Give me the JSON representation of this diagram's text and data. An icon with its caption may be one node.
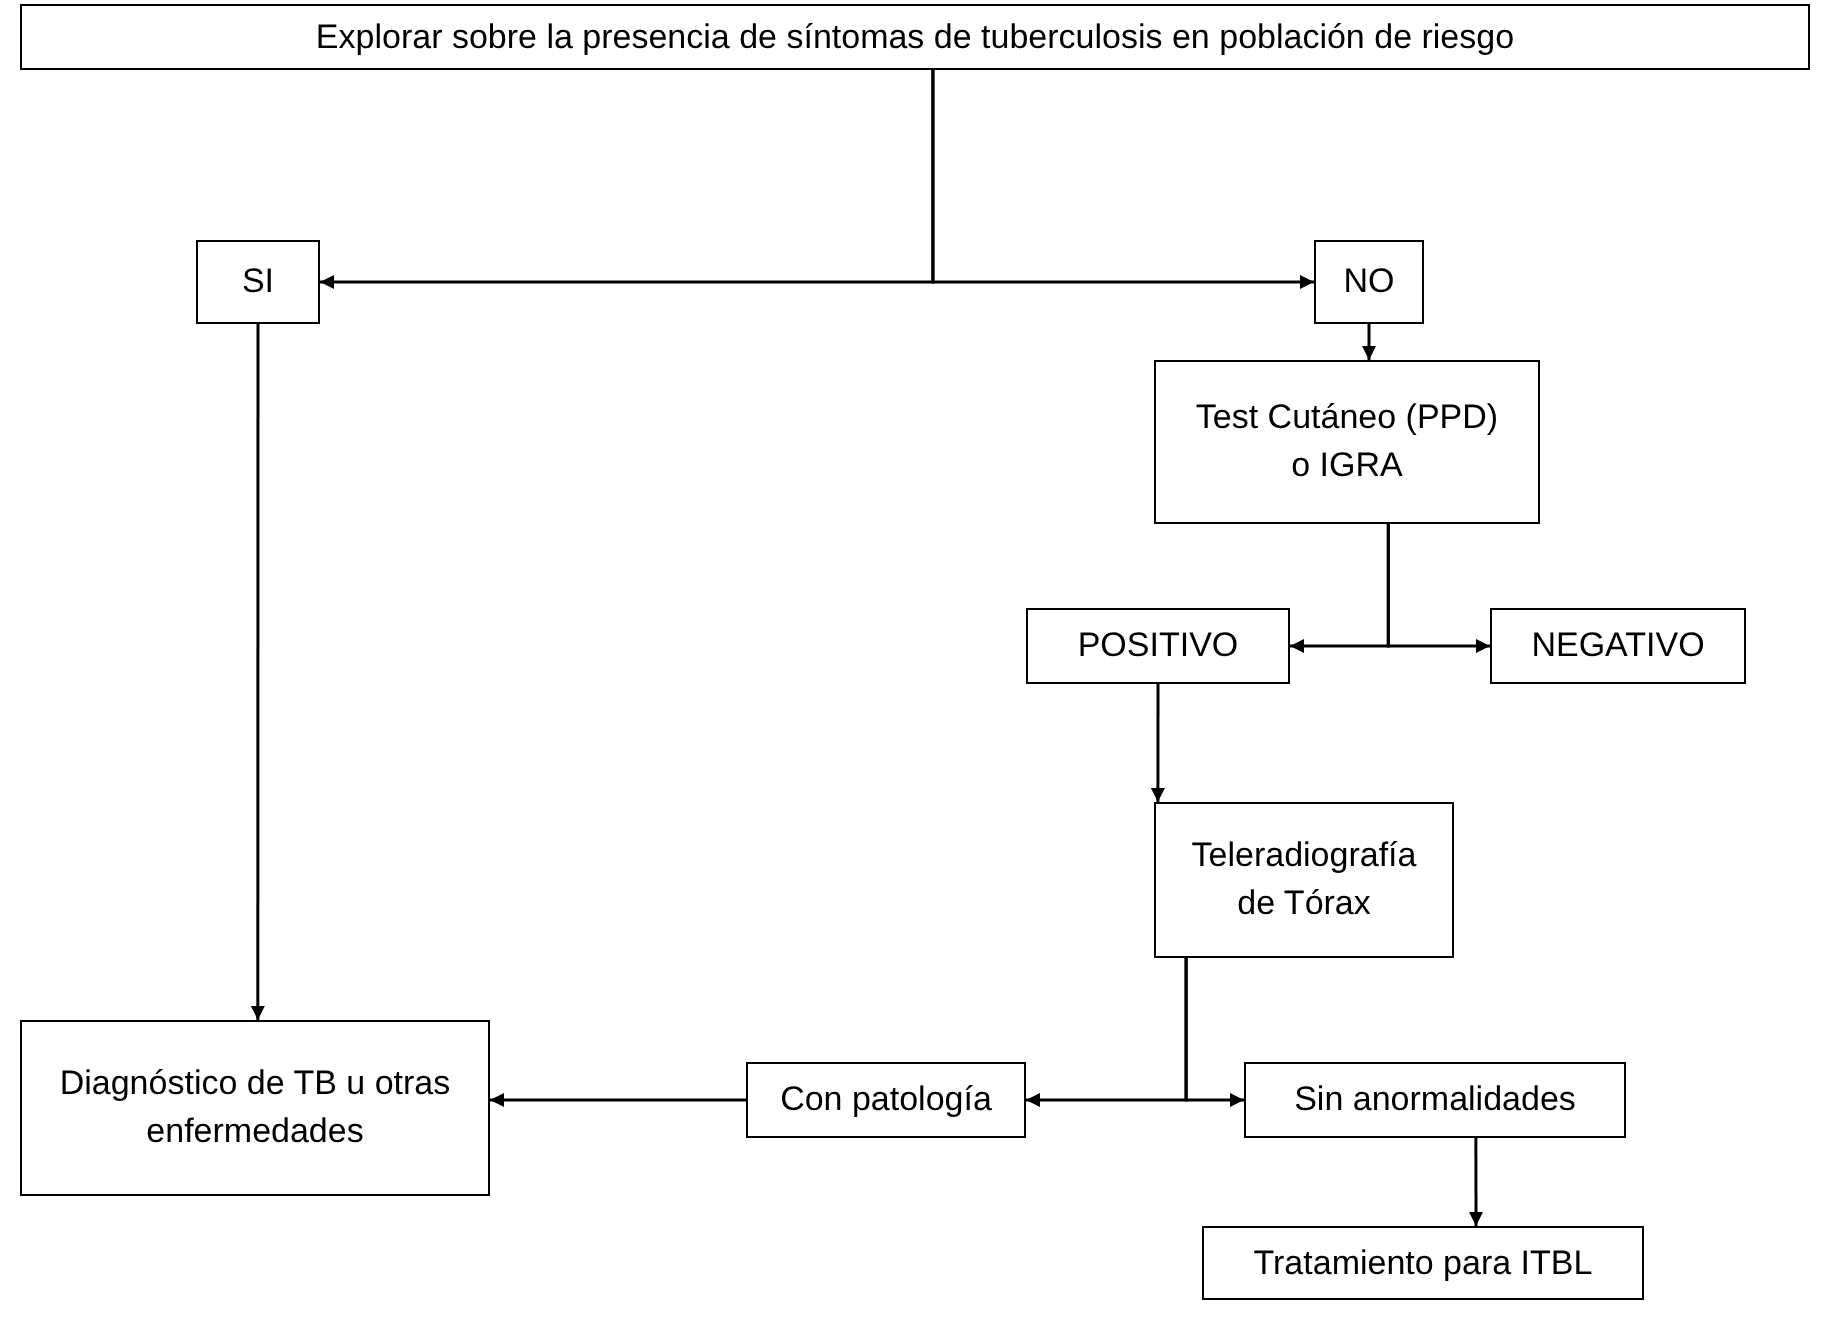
{
  "diagram": {
    "nodes": [
      {
        "text": [
          "Explorar sobre la presencia de síntomas de tuberculosis en población de riesgo"
        ]
      },
      {
        "text": [
          "SI"
        ]
      },
      {
        "text": [
          "NO"
        ]
      },
      {
        "text": [
          "Test Cutáneo (PPD) o IGRA"
        ]
      },
      {
        "text": [
          "POSITIVO"
        ]
      },
      {
        "text": [
          "NEGATIVO"
        ]
      },
      {
        "text": [
          "Teleradiografía de Tórax"
        ]
      },
      {
        "text": [
          "Diagnóstico de TB u otras enfermedades"
        ]
      },
      {
        "text": [
          "Con patología"
        ]
      },
      {
        "text": [
          "Sin anormalidades"
        ]
      },
      {
        "text": [
          "Tratamiento para ITBL"
        ]
      }
    ],
    "edges": [
      {
        "from": 0,
        "to": 1,
        "arrow": "to"
      },
      {
        "from": 0,
        "to": 2,
        "arrow": "to"
      },
      {
        "from": 1,
        "to": 7,
        "arrow": "to"
      },
      {
        "from": 2,
        "to": 3,
        "arrow": "to"
      },
      {
        "from": 3,
        "to": 4,
        "arrow": "to"
      },
      {
        "from": 3,
        "to": 5,
        "arrow": "to"
      },
      {
        "from": 4,
        "to": 6,
        "arrow": "to"
      },
      {
        "from": 6,
        "to": 8,
        "arrow": "to"
      },
      {
        "from": 6,
        "to": 9,
        "arrow": "to"
      },
      {
        "from": 8,
        "to": 7,
        "arrow": "to"
      },
      {
        "from": 9,
        "to": 10,
        "arrow": "to"
      }
    ]
  }
}
